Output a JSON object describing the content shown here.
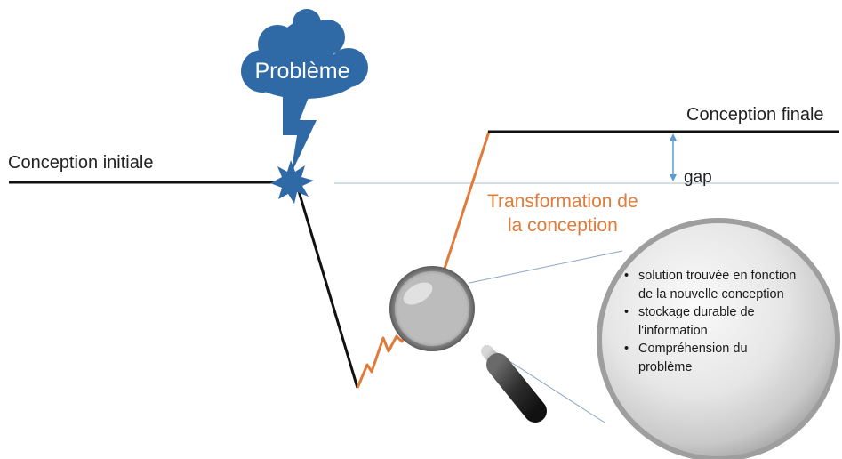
{
  "labels": {
    "initial": "Conception initiale",
    "final": "Conception finale",
    "gap": "gap",
    "problem": "Problème",
    "transformation_line1": "Transformation de",
    "transformation_line2": "la conception"
  },
  "bullets": [
    "solution trouvée en fonction de la nouvelle conception",
    "stockage durable de l'information",
    "Compréhension du problème"
  ],
  "colors": {
    "cloud": "#2f6aa6",
    "orange": "#e07b39",
    "line": "#111111",
    "dashed_level": "#d3dde4",
    "gap_arrow": "#5b9bd5"
  },
  "icons": [
    "cloud-icon",
    "lightning-icon",
    "burst-icon",
    "magnifier-icon"
  ]
}
